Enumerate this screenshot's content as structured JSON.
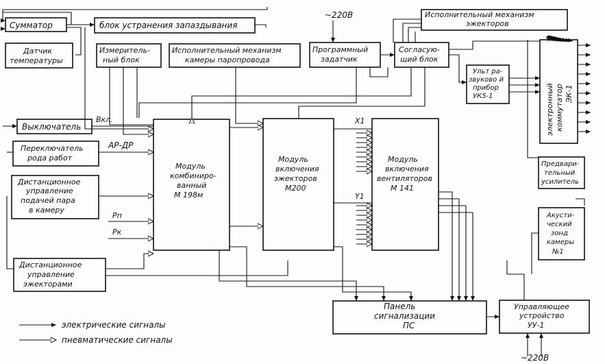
{
  "blocks": {
    "summator": "Сумматор",
    "delay_block": "блок устранения запаздывания",
    "temp_sensor": [
      "Датчик",
      "температуры"
    ],
    "meas_block": [
      "Измеритель-",
      "ный блок"
    ],
    "steam_actuator": [
      "Исполнительный механизм",
      "камеры паропровода"
    ],
    "program_setter": [
      "Программный",
      "задатчик"
    ],
    "matching_block": [
      "Согласую-",
      "щий блок"
    ],
    "ejector_actuator": [
      "Исполнительный механизм",
      "эжекторов"
    ],
    "switch": "Выключатель",
    "mode_switch": [
      "Переключатель",
      "рода работ"
    ],
    "remote_steam": [
      "Дистанционное",
      "управление",
      "подачей пара",
      "в камеру"
    ],
    "remote_ejectors": [
      "Дистанционное",
      "управление",
      "эжекторами"
    ],
    "module_m198": [
      "Модуль",
      "комбиниро-",
      "ванный",
      "М 198м"
    ],
    "module_m200": [
      "Модуль",
      "включения",
      "эжекторов",
      "М200"
    ],
    "module_m141": [
      "Модуль",
      "включения",
      "вентиляторов",
      "М 141"
    ],
    "ultrasonic": [
      "Ульт ра-",
      "звуково й",
      "прибор",
      "УК5-1"
    ],
    "commutator": [
      "электронный",
      "коммутатор",
      "ЭК-1"
    ],
    "preamp": [
      "Предвари-",
      "тельный",
      "усилитель"
    ],
    "acoustic": [
      "Акусти-",
      "ческий",
      "зонд",
      "камеры",
      "№1"
    ],
    "panel": [
      "Панель",
      "сигнализации",
      "ПС"
    ],
    "controller": [
      "Управляющее",
      "устройство",
      "УУ-1"
    ]
  },
  "labels": {
    "v220_top": "~220В",
    "v220_bottom": "~220В",
    "vkl": "Вкл.",
    "ar_dr": "АР-ДР",
    "pn": "Рп",
    "pk": "Рк",
    "x1": "X1",
    "y1": "Y1"
  },
  "legend": {
    "electric": "электрические сигналы",
    "pneumatic": "пневматические сигналы"
  }
}
